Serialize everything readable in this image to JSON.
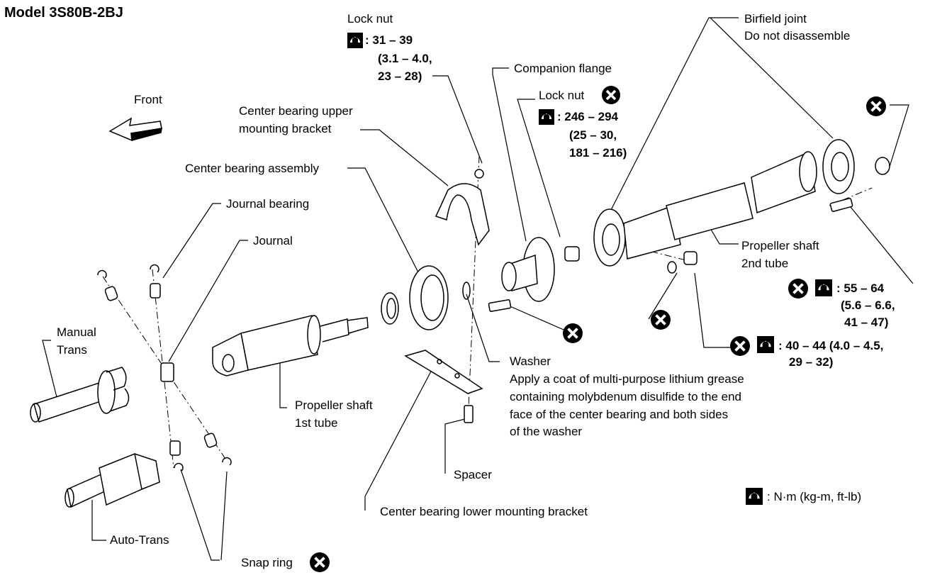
{
  "title": "Model 3S80B-2BJ",
  "front": "Front",
  "labels": {
    "lock_nut_top": "Lock nut",
    "lock_nut_top_torque": [
      ": 31 – 39",
      "(3.1 – 4.0,",
      "23 – 28)"
    ],
    "companion_flange": "Companion flange",
    "lock_nut_mid": "Lock nut",
    "lock_nut_mid_torque": [
      ": 246 – 294",
      "(25 – 30,",
      "181 – 216)"
    ],
    "birfield_joint": [
      "Birfield joint",
      "Do not disassemble"
    ],
    "cb_upper_bracket": [
      "Center bearing upper",
      "mounting bracket"
    ],
    "cb_assembly": "Center bearing assembly",
    "journal_bearing": "Journal bearing",
    "journal": "Journal",
    "manual_trans": [
      "Manual",
      "Trans"
    ],
    "auto_trans": "Auto-Trans",
    "snap_ring": "Snap ring",
    "prop_shaft_1st": [
      "Propeller shaft",
      "1st tube"
    ],
    "prop_shaft_2nd": [
      "Propeller shaft",
      "2nd tube"
    ],
    "washer": "Washer",
    "washer_note": [
      "Apply a coat of multi-purpose lithium grease",
      "containing molybdenum disulfide to the end",
      "face of the center bearing and both sides",
      "of the washer"
    ],
    "spacer": "Spacer",
    "cb_lower_bracket": "Center bearing lower mounting bracket",
    "torque_55": [
      ": 55 – 64",
      "(5.6 – 6.6,",
      "41 – 47)"
    ],
    "torque_40": [
      ": 40 – 44 (4.0 – 4.5,",
      "29 – 32)"
    ],
    "units_legend": ": N·m (kg-m, ft-lb)"
  },
  "icons": {
    "torque": "torque-wrench-icon",
    "no_reuse": "do-not-reuse-x-icon"
  }
}
